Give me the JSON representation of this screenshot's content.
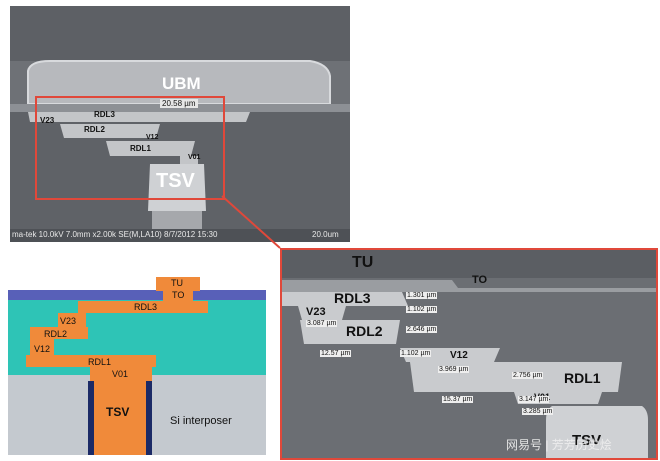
{
  "sem_top": {
    "ubm": "UBM",
    "rdl3": "RDL3",
    "rdl2": "RDL2",
    "rdl1": "RDL1",
    "v23": "V23",
    "v12": "V12",
    "v01": "V01",
    "tsv": "TSV",
    "width_measure": "20.58 µm",
    "footer": "ma-tek 10.0kV 7.0mm x2.00k SE(M,LA10) 8/7/2012 15:30",
    "scale": "20.0um"
  },
  "schematic": {
    "tu": "TU",
    "to": "TO",
    "rdl3": "RDL3",
    "v23": "V23",
    "rdl2": "RDL2",
    "v12": "V12",
    "rdl1": "RDL1",
    "v01": "V01",
    "tsv": "TSV",
    "si": "Si interposer"
  },
  "sem_zoom": {
    "tu": "TU",
    "to": "TO",
    "rdl3": "RDL3",
    "v23": "V23",
    "rdl2": "RDL2",
    "v12": "V12",
    "rdl1": "RDL1",
    "v01": "V01",
    "tsv": "TSV",
    "m1": "1.301 µm",
    "m2": "1.102 µm",
    "m3": "2.646 µm",
    "m4": "3.087 µm",
    "m5": "12.57 µm",
    "m6": "1.102 µm",
    "m7": "3.969 µm",
    "m8": "2.756 µm",
    "m9": "15.37 µm",
    "m10": "3.147 µm",
    "m11": "3.285 µm"
  },
  "watermark": "网易号 | 芳芳历史烩",
  "colors": {
    "highlight": "#e0483a",
    "metal_orange": "#f08a3a",
    "teal": "#2ec4b6",
    "interposer": "#c4c9cf"
  }
}
